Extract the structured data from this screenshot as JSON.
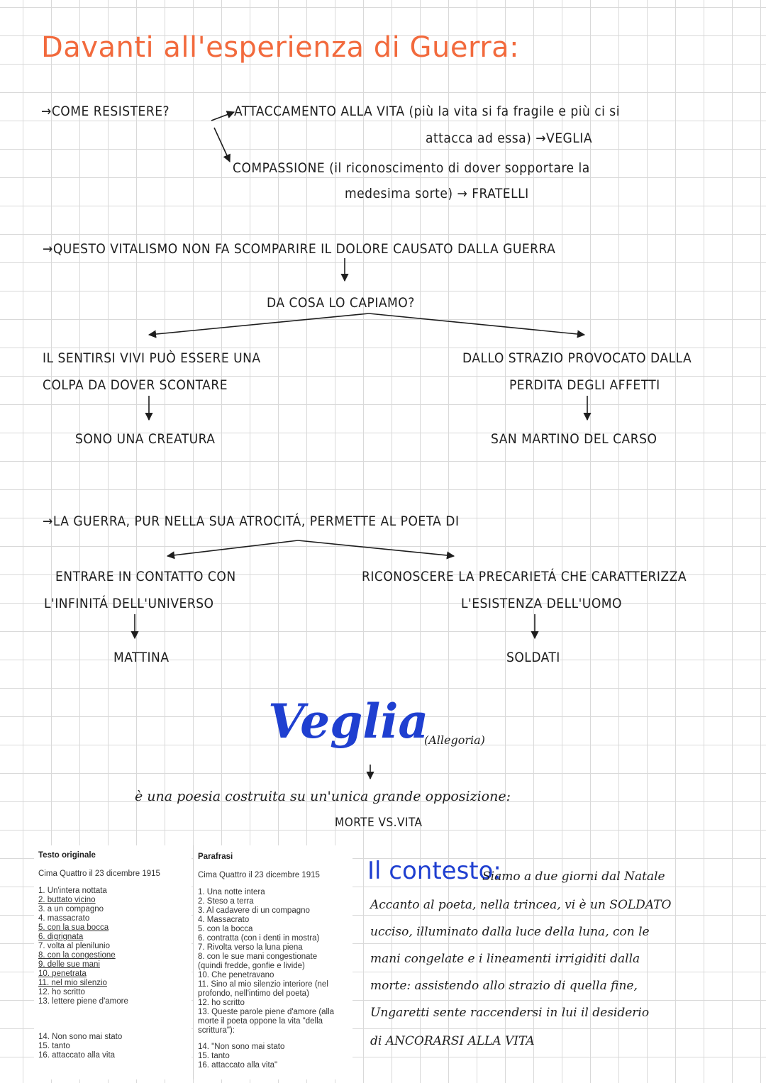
{
  "title": "Davanti all'esperienza di Guerra:",
  "come_resistere": {
    "question": "→COME RESISTERE?",
    "branch1_line1": "ATTACCAMENTO ALLA VITA (più la vita si fa fragile e più ci si",
    "branch1_line2": "attacca ad essa) →VEGLIA",
    "branch2_line1": "COMPASSIONE (il riconoscimento di dover sopportare la",
    "branch2_line2": "medesima sorte) → FRATELLI"
  },
  "vitalismo": {
    "statement": "→QUESTO VITALISMO NON FA SCOMPARIRE IL DOLORE CAUSATO DALLA GUERRA",
    "question": "DA COSA LO CAPIAMO?",
    "left_line1": "IL SENTIRSI VIVI PUÒ ESSERE UNA",
    "left_line2": "COLPA DA DOVER SCONTARE",
    "left_result": "SONO UNA CREATURA",
    "right_line1": "DALLO STRAZIO PROVOCATO DALLA",
    "right_line2": "PERDITA DEGLI AFFETTI",
    "right_result": "SAN MARTINO DEL CARSO"
  },
  "guerra": {
    "statement": "→LA GUERRA, PUR NELLA SUA ATROCITÁ, PERMETTE AL POETA DI",
    "left_line1": "ENTRARE IN CONTATTO CON",
    "left_line2": "L'INFINITÁ DELL'UNIVERSO",
    "left_result": "MATTINA",
    "right_line1": "RICONOSCERE LA PRECARIETÁ CHE CARATTERIZZA",
    "right_line2": "L'ESISTENZA DELL'UOMO",
    "right_result": "SOLDATI"
  },
  "veglia": {
    "title": "Veglia",
    "subtitle": "(Allegoria)",
    "description": "è una poesia costruita su un'unica grande opposizione:",
    "opposition": "MORTE VS.VITA"
  },
  "testo_originale": {
    "heading": "Testo originale",
    "date": "Cima Quattro il 23 dicembre 1915",
    "lines": [
      "1. Un'intera nottata",
      "2. buttato vicino",
      "3. a un compagno",
      "4. massacrato",
      "5. con la sua bocca",
      "6. digrignata",
      "7. volta al plenilunio",
      "8. con la congestione",
      "9. delle sue mani",
      "10. penetrata",
      "11. nel mio silenzio",
      "12. ho scritto",
      "13. lettere piene d'amore"
    ],
    "lines2": [
      "14. Non sono mai stato",
      "15. tanto",
      "16. attaccato alla vita"
    ]
  },
  "parafrasi": {
    "heading": "Parafrasi",
    "date": "Cima Quattro il 23 dicembre 1915",
    "lines": [
      "1. Una notte intera",
      "2. Steso a terra",
      "3. Al cadavere di un compagno",
      "4. Massacrato",
      "5. con la bocca",
      "6. contratta (con i denti in mostra)",
      "7. Rivolta verso la luna piena",
      "8. con le sue mani congestionate",
      "(quindi fredde, gonfie e livide)",
      "10. Che penetravano",
      "11. Sino al mio silenzio interiore (nel",
      "profondo, nell'intimo del poeta)",
      "12. ho scritto",
      "13. Queste parole piene d'amore (alla",
      "morte il poeta oppone la vita \"della",
      "scrittura\"):"
    ],
    "lines2": [
      "14. \"Non sono mai stato",
      "15. tanto",
      "16. attaccato alla vita\""
    ]
  },
  "contesto": {
    "title": "Il contesto:",
    "lines": [
      "Siamo a due giorni dal Natale",
      "Accanto al poeta, nella trincea, vi è un SOLDATO",
      "ucciso, illuminato dalla luce della luna, con le",
      "mani congelate e i lineamenti irrigiditi dalla",
      "morte: assistendo allo strazio di quella fine,",
      "Ungaretti sente raccendersi in lui il desiderio",
      "di ANCORARSI ALLA VITA"
    ]
  },
  "colors": {
    "title": "#f26a3d",
    "accent_blue": "#1f3fd0",
    "grid": "#d9d9d9"
  }
}
